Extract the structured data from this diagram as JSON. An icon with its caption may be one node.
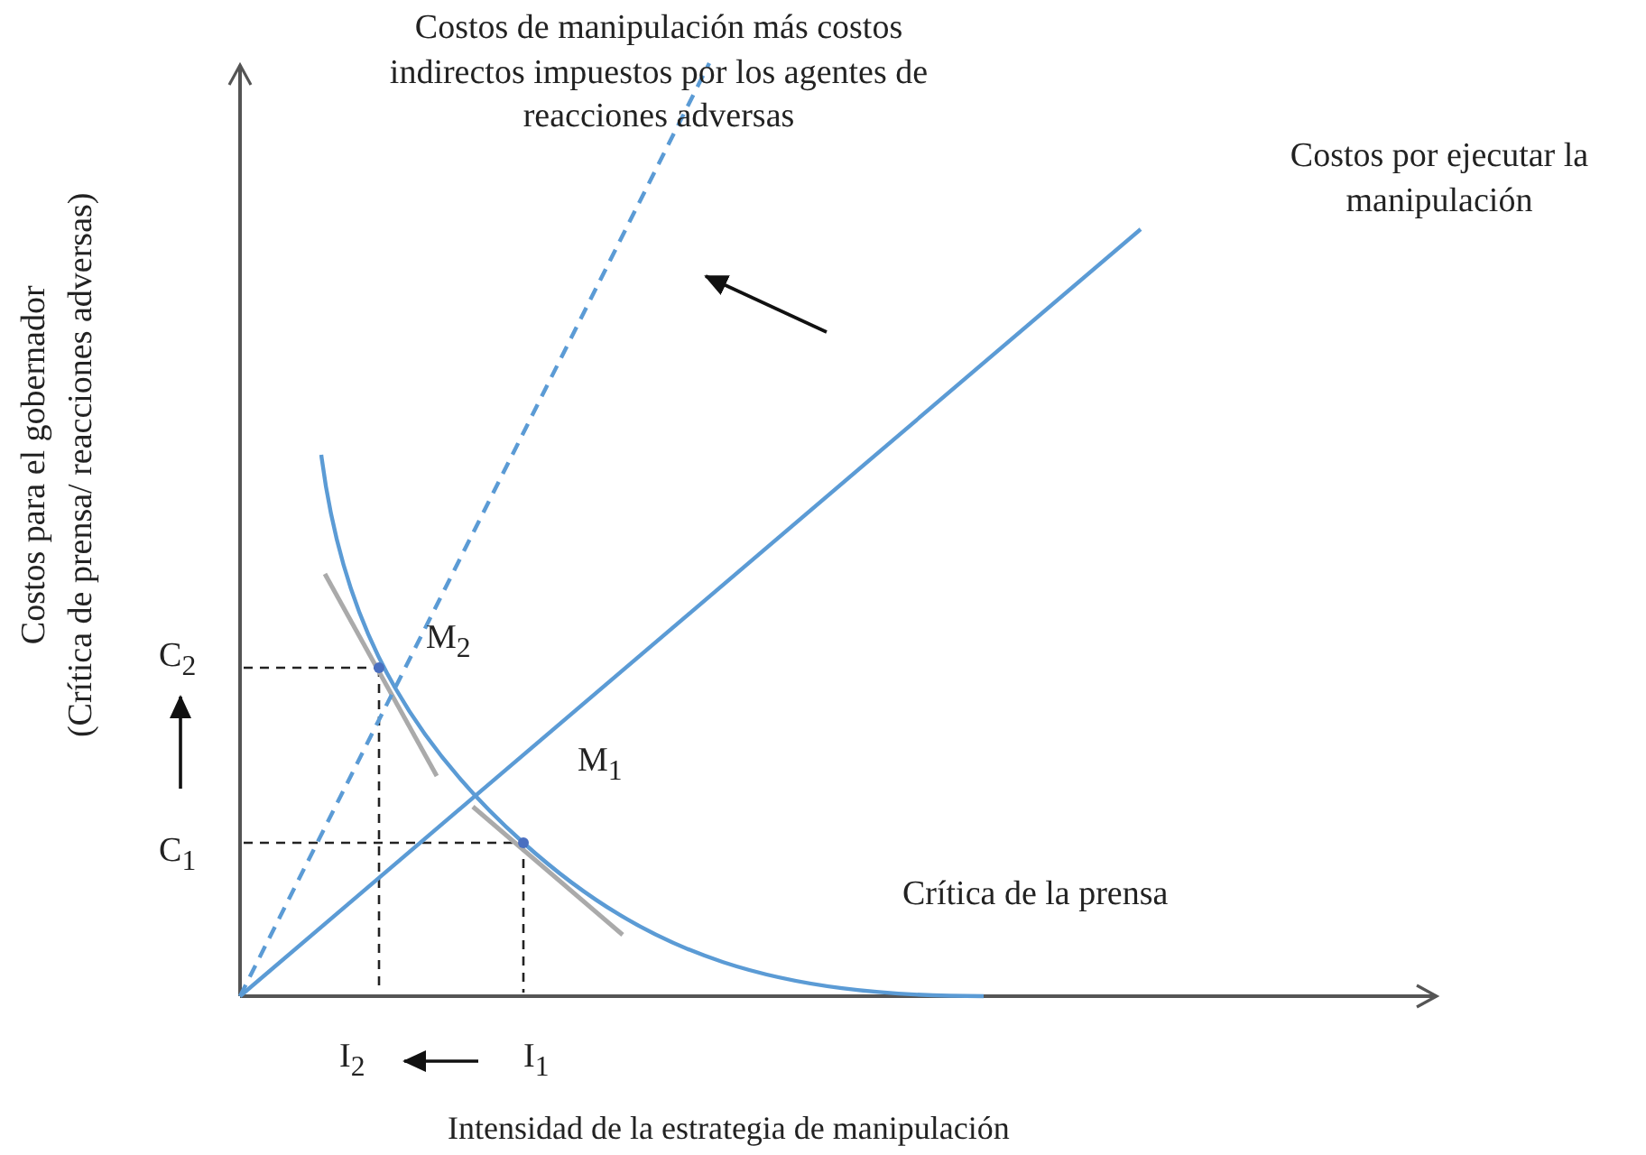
{
  "diagram": {
    "labels": [
      "Costos de manipulación más costos indirectos impuestos por los agentes de reacciones adversas",
      "Costos por ejecutar la manipulación",
      "Costos para el gobernador",
      "(Crítica de prensa/ reacciones adversas)",
      "M$_{2}$",
      "C$_{2}$",
      "M$_{1}$",
      "C$_{1}$",
      "Crítica de la prensa",
      "I$_{2}$",
      "I$_{1}$",
      "Intensidad de la estrategia de manipulación"
    ]
  }
}
